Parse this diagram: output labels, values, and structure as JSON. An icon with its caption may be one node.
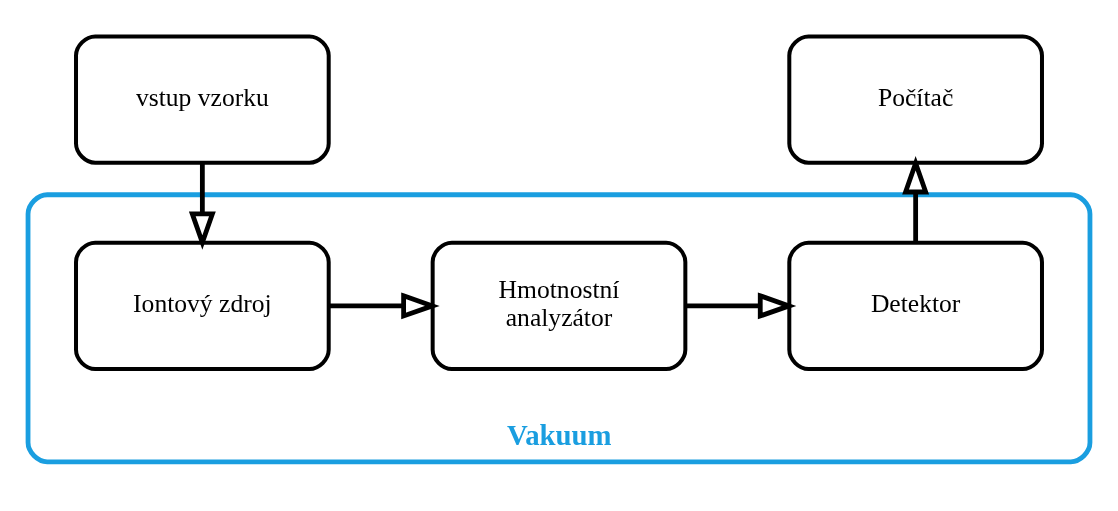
{
  "diagram": {
    "nodes": [
      {
        "text": [
          "vstup vzorku"
        ]
      },
      {
        "text": [
          "Počítač"
        ]
      },
      {
        "text": [
          "Vakuum"
        ]
      },
      {
        "text": [
          "Iontový zdroj"
        ],
        "in": 2
      },
      {
        "text": [
          "Hmotnostní analyzátor"
        ],
        "in": 2
      },
      {
        "text": [
          "Detektor"
        ],
        "in": 2
      }
    ],
    "edges": [
      {
        "from": 0,
        "to": 3,
        "arrow": "to"
      },
      {
        "from": 3,
        "to": 4,
        "arrow": "to"
      },
      {
        "from": 4,
        "to": 5,
        "arrow": "to"
      },
      {
        "from": 5,
        "to": 1,
        "arrow": "to"
      }
    ]
  }
}
